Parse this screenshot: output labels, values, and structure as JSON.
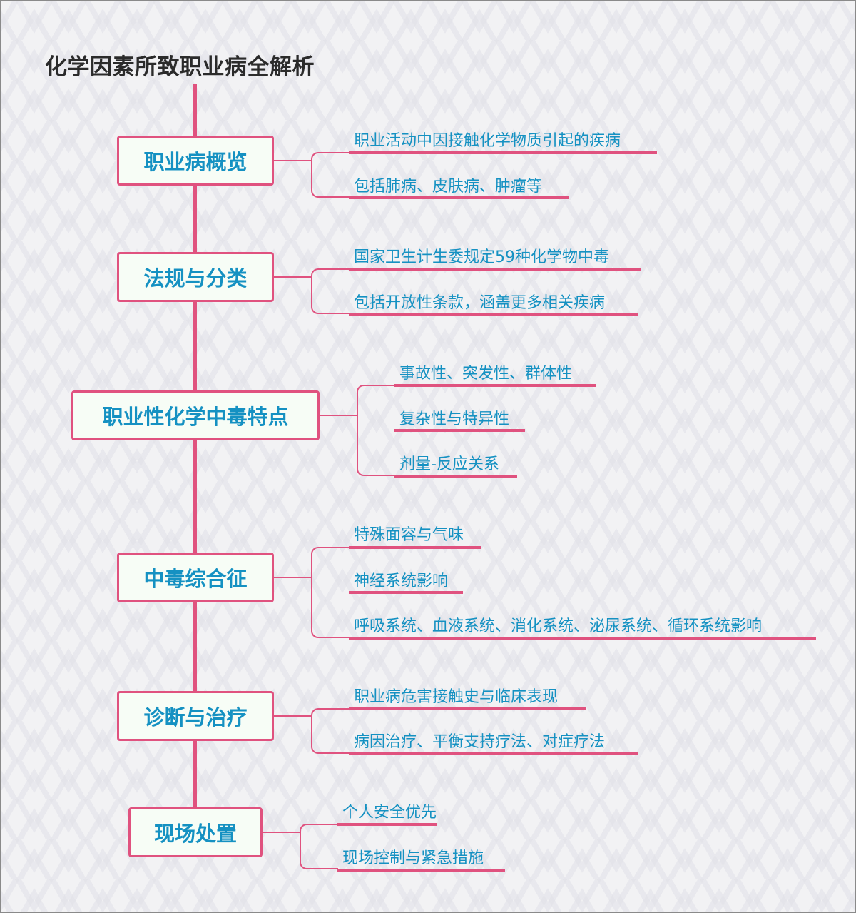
{
  "title": "化学因素所致职业病全解析",
  "colors": {
    "accent": "#e0527f",
    "node_text": "#1591c2",
    "node_bg": "#f7fdf6",
    "title_text": "#2b2b2b",
    "background": "#f2f2f4"
  },
  "branches": [
    {
      "label": "职业病概览",
      "children": [
        "职业活动中因接触化学物质引起的疾病",
        "包括肺病、皮肤病、肿瘤等"
      ]
    },
    {
      "label": "法规与分类",
      "children": [
        "国家卫生计生委规定59种化学物中毒",
        "包括开放性条款，涵盖更多相关疾病"
      ]
    },
    {
      "label": "职业性化学中毒特点",
      "children": [
        "事故性、突发性、群体性",
        "复杂性与特异性",
        "剂量-反应关系"
      ]
    },
    {
      "label": "中毒综合征",
      "children": [
        "特殊面容与气味",
        "神经系统影响",
        "呼吸系统、血液系统、消化系统、泌尿系统、循环系统影响"
      ]
    },
    {
      "label": "诊断与治疗",
      "children": [
        "职业病危害接触史与临床表现",
        "病因治疗、平衡支持疗法、对症疗法"
      ]
    },
    {
      "label": "现场处置",
      "children": [
        "个人安全优先",
        "现场控制与紧急措施"
      ]
    }
  ]
}
